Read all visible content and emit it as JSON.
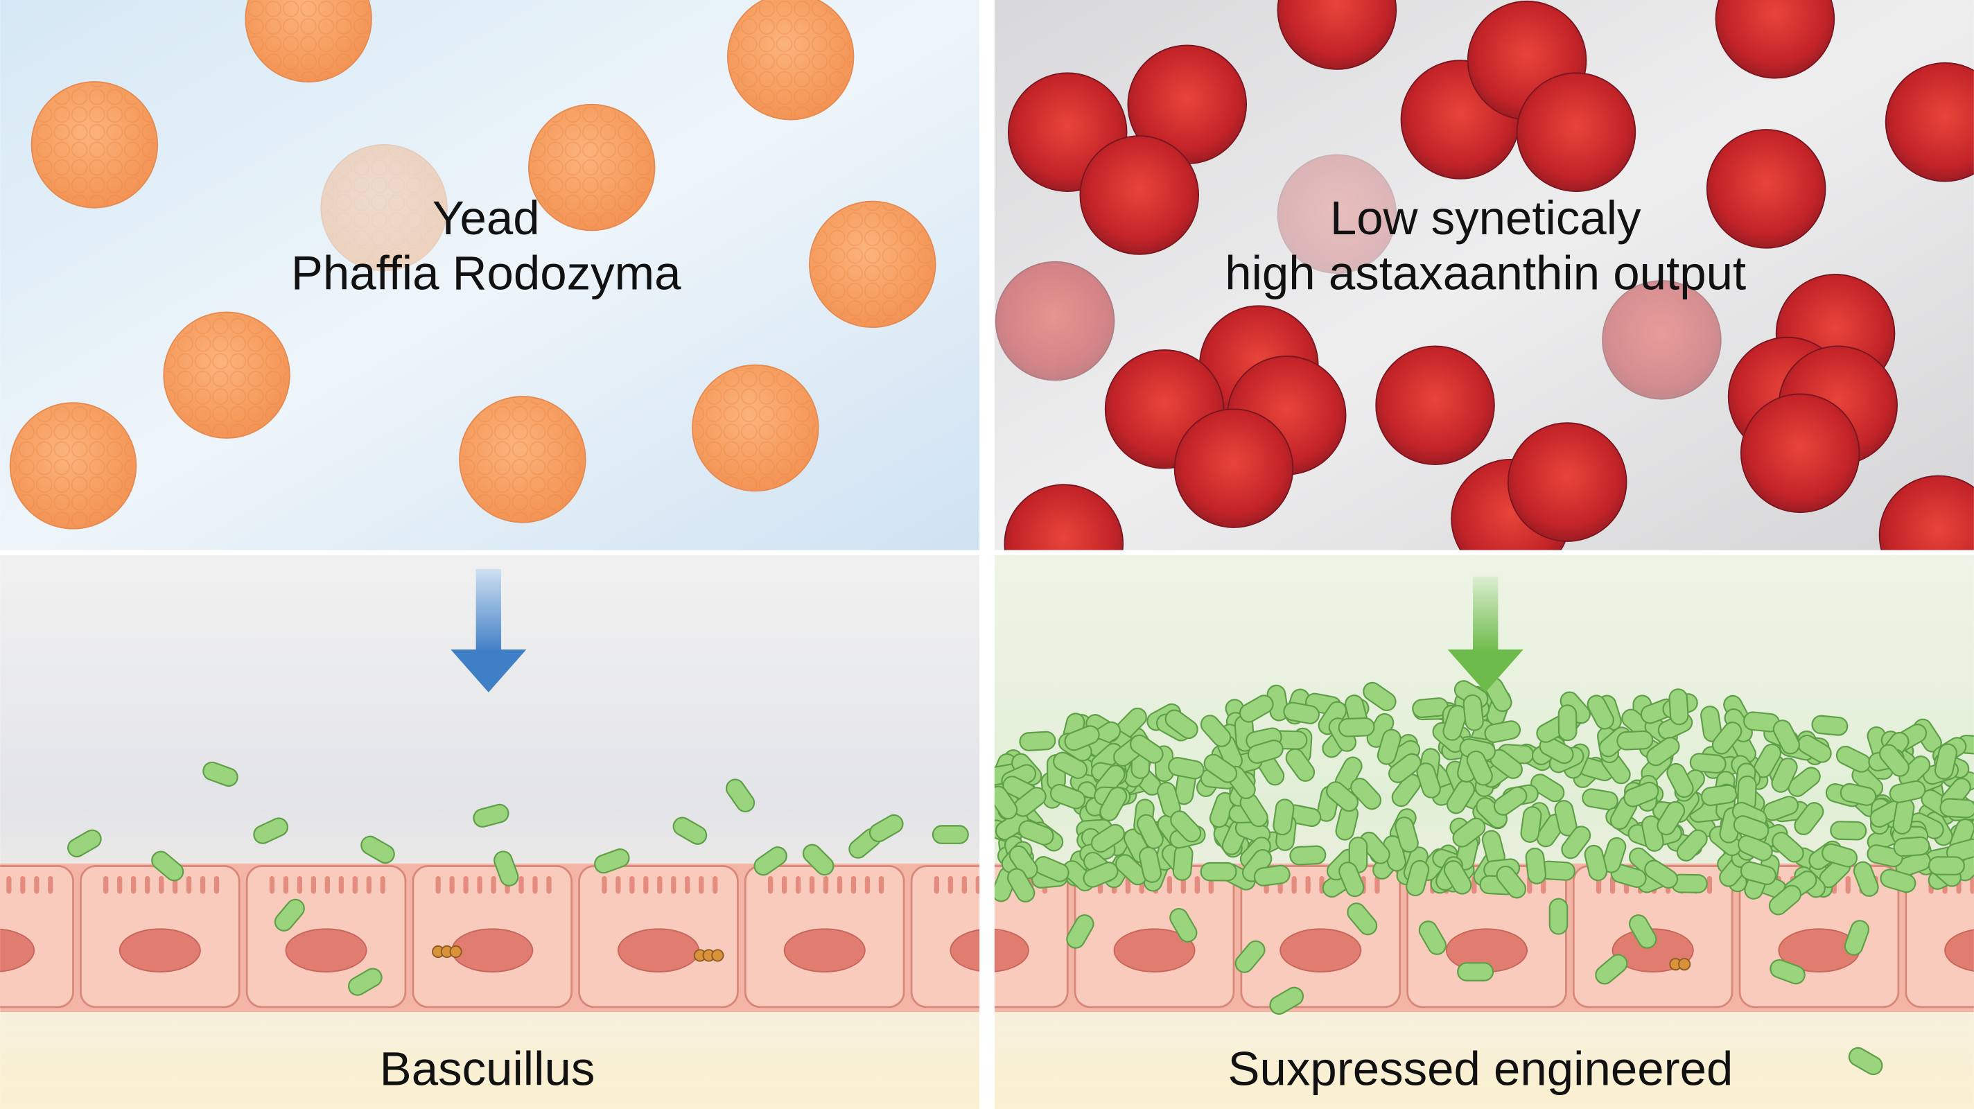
{
  "panels": {
    "top_left": {
      "line1": "Yead",
      "line2": "Phaffia Rodozyma"
    },
    "top_right": {
      "line1": "Low syneticaly",
      "line2": "high astaxaanthin output"
    },
    "bottom_left": {
      "label": "Bascuillus"
    },
    "bottom_right": {
      "label": "Suxpressed engineered"
    }
  },
  "colors": {
    "yeast_orange": "#f7a468",
    "red_cell": "#c8262a",
    "bacteria_green": "#8fcf72",
    "epithelium": "#f6c2b4",
    "arrow_blue": "#4a86c8",
    "arrow_green": "#7cc45a"
  }
}
